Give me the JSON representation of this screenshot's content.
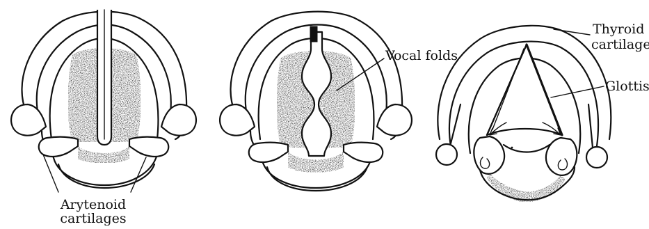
{
  "labels": {
    "vocal_folds": "Vocal folds",
    "thyroid_line1": "Thyroid",
    "thyroid_line2": "cartilage",
    "glottis": "Glottis",
    "arytenoid_line1": "Arytenoid",
    "arytenoid_line2": "cartilages"
  },
  "colors": {
    "ink": "#111111",
    "paper": "#ffffff"
  }
}
